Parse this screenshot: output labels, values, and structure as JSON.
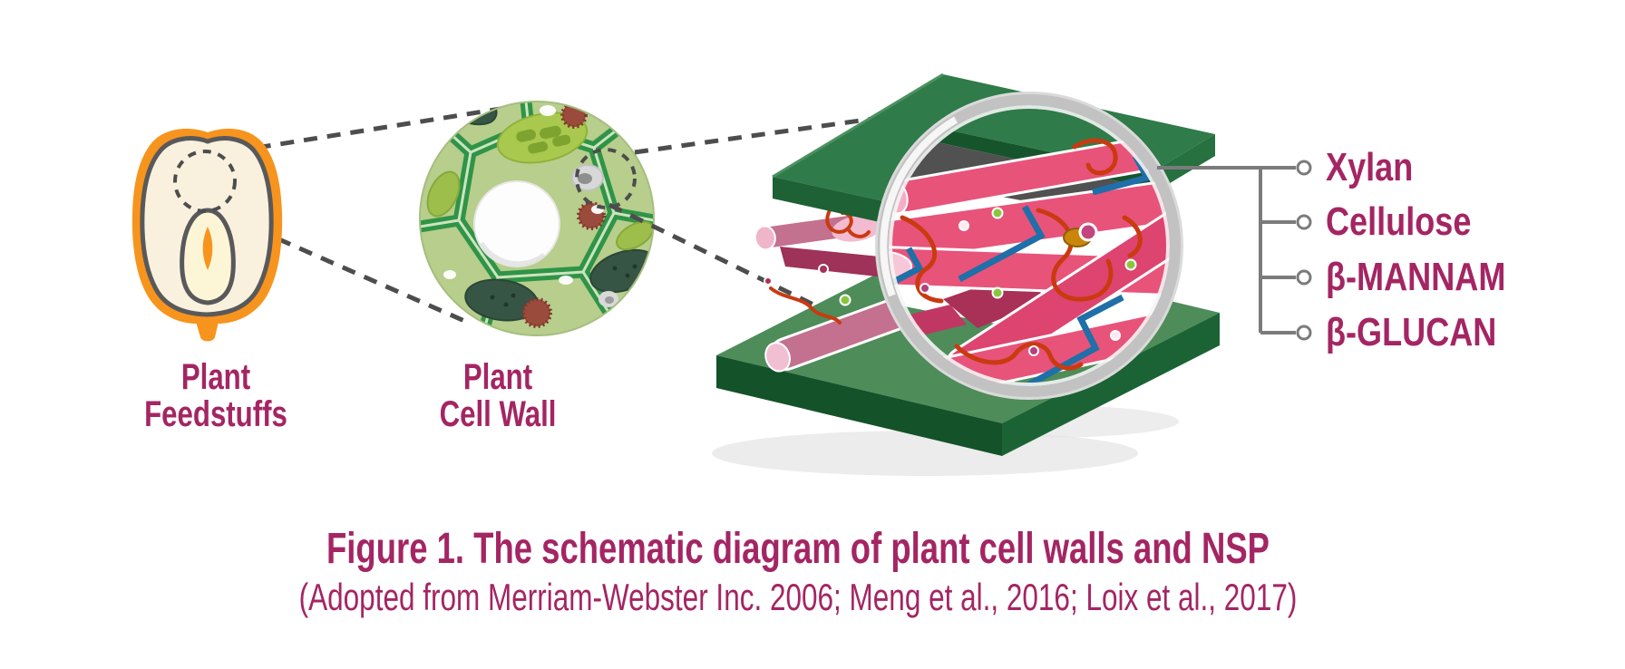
{
  "figure": {
    "title": "Figure 1. The schematic diagram of plant cell walls and NSP",
    "source": "(Adopted from Merriam-Webster Inc. 2006; Meng et al., 2016; Loix et al., 2017)"
  },
  "stages": {
    "feedstuffs": {
      "line1": "Plant",
      "line2": "Feedstuffs"
    },
    "cell_wall": {
      "line1": "Plant",
      "line2": "Cell Wall"
    }
  },
  "nsp": {
    "items": [
      {
        "label": "Xylan"
      },
      {
        "label": "Cellulose"
      },
      {
        "label": "β-MANNAM"
      },
      {
        "label": "β-GLUCAN"
      }
    ]
  },
  "colors": {
    "label_text": "#A42563",
    "seed_outline_orange": "#F7941E",
    "seed_body_cream": "#F9F1DE",
    "cell_bg_green": "#B7CE8C",
    "cell_wall_green": "#2F9447",
    "slab_top_green": "#2F7B49",
    "slab_side_green": "#1D6134",
    "floor_green": "#4E8C59",
    "rod_pink": "#E8537A",
    "rod_pale_pink": "#F8C7D7",
    "rod_maroon": "#9E3258",
    "strand_orange": "#C93A10",
    "strand_blue": "#1F6FA8",
    "dot_green": "#8CC63E",
    "connector_gray": "#7B7B7B",
    "dashed_line_gray": "#4D4D4D",
    "lens_rim_silver": "#C2C2C2"
  }
}
